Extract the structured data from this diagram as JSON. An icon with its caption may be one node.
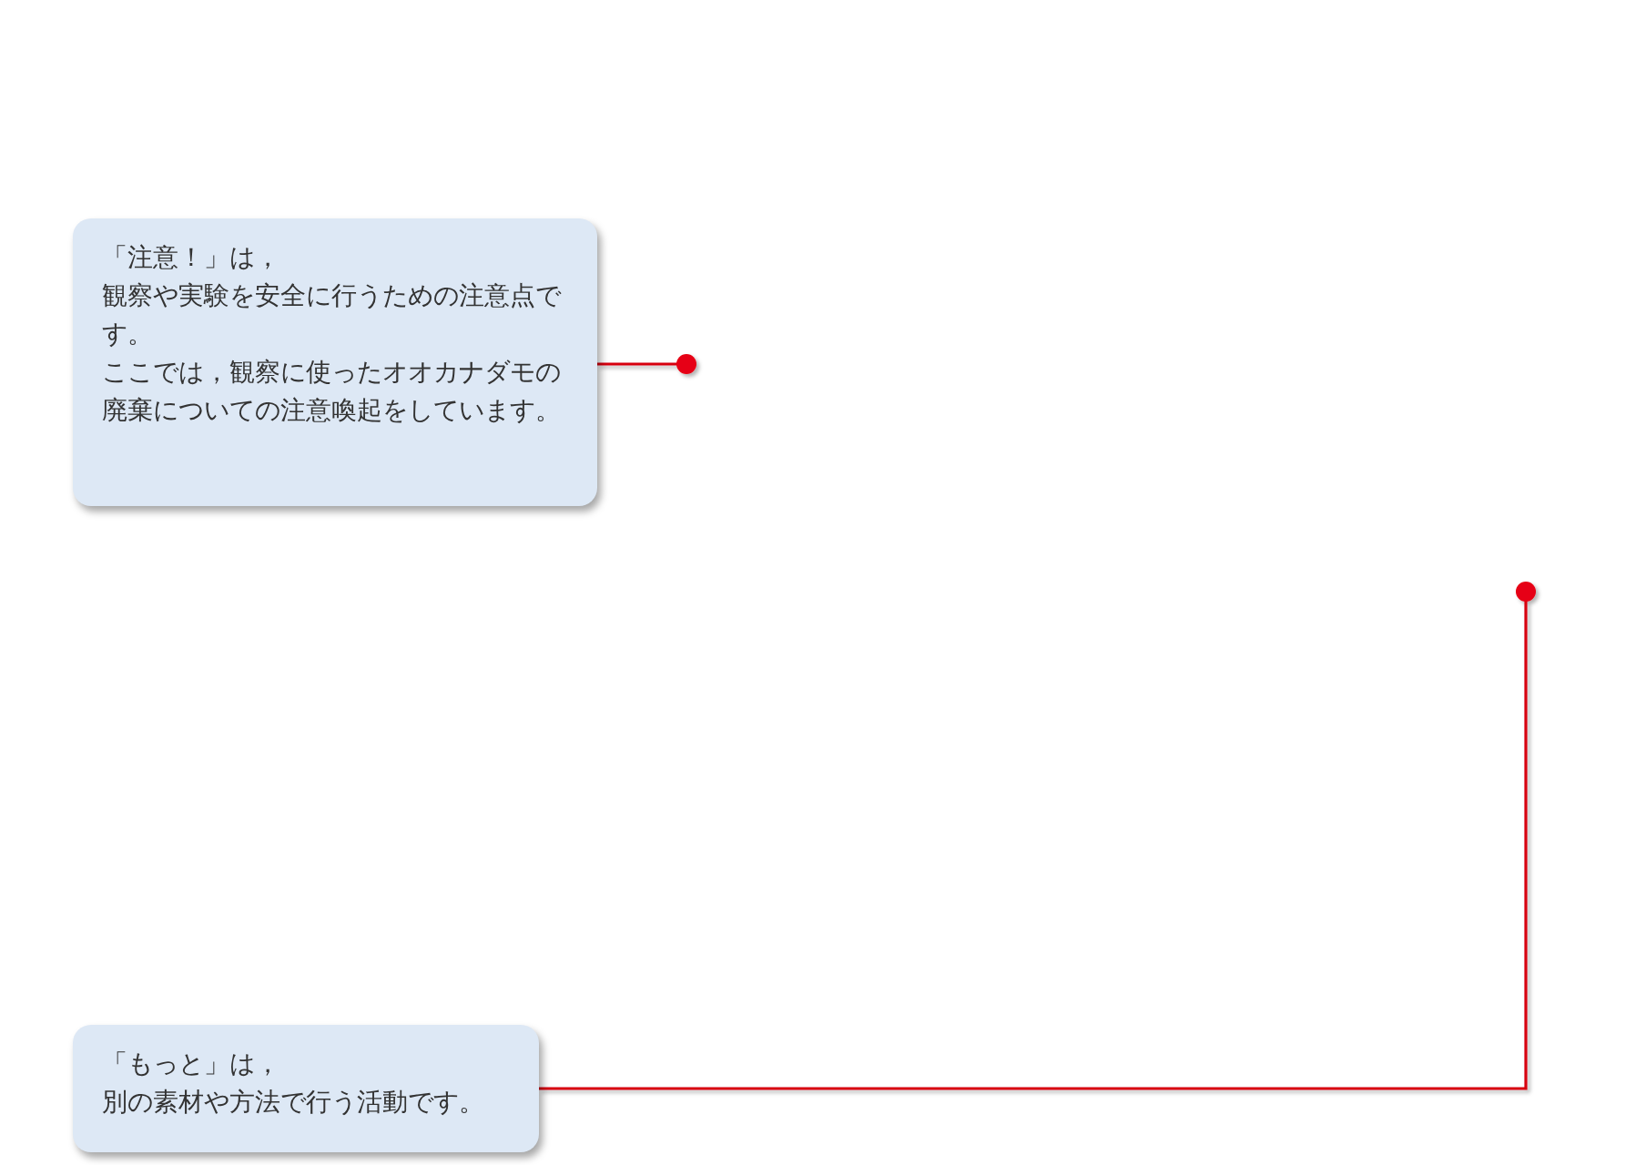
{
  "diagram": {
    "nodes": [
      {
        "text": [
          "「注意！」は，",
          "観察や実験を安全に行うための注意点です。",
          "ここでは，観察に使ったオオカナダモの廃棄についての注意喚起をしています。"
        ]
      },
      {
        "text": [
          "「もっと」は，",
          "別の素材や方法で行う活動です。"
        ]
      }
    ],
    "edges": [
      {
        "from": 0,
        "to": null,
        "arrow": "other"
      },
      {
        "from": 1,
        "to": null,
        "arrow": "other"
      }
    ]
  }
}
